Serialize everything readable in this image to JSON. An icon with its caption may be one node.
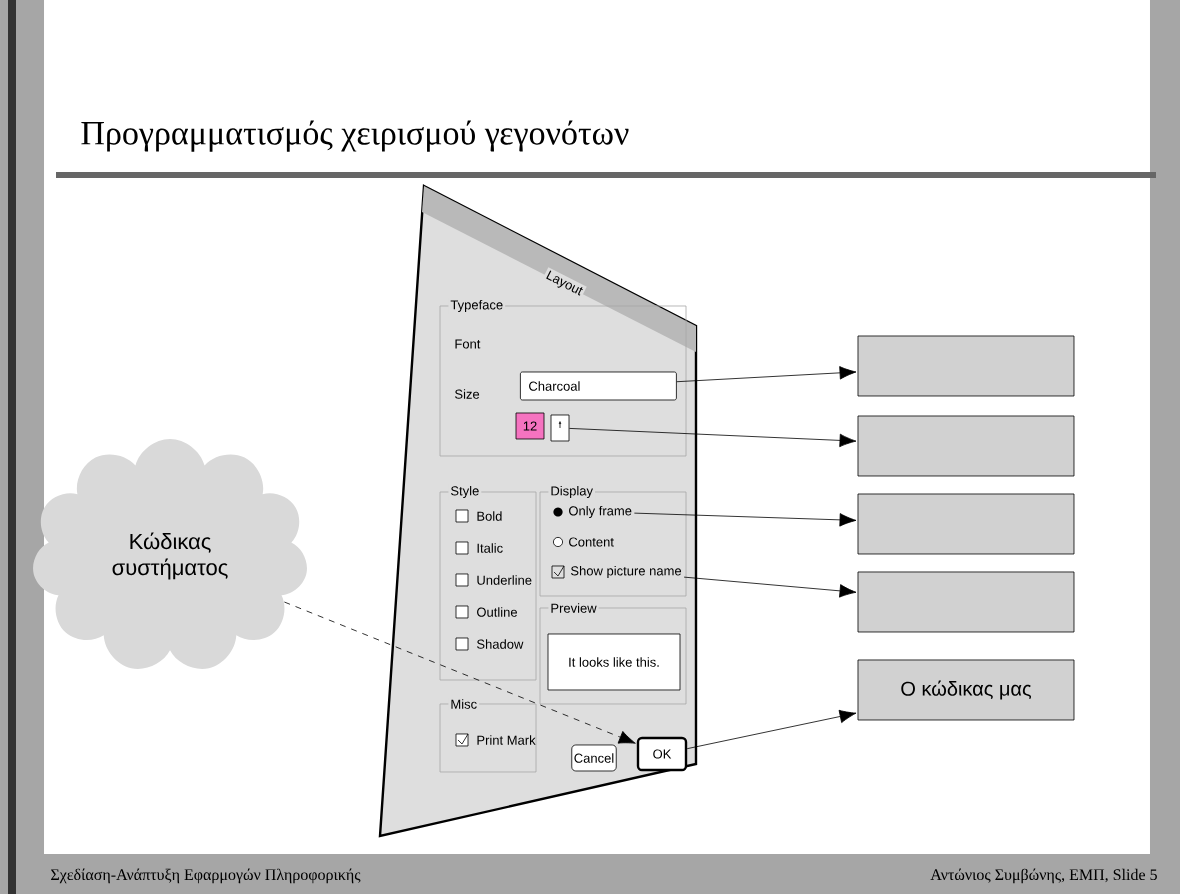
{
  "diagram": {
    "title": "Προγραμματισμός χειρισμού γεγονότων",
    "nodes": [
      {
        "text": [
          "Layout"
        ]
      },
      {
        "text": [
          "Charcoal"
        ],
        "in": 0
      },
      {
        "text": [],
        "shape": "box",
        "in": 0
      },
      {
        "text": [
          "Only frame"
        ],
        "in": 0
      },
      {
        "text": [
          "Show picture name"
        ],
        "in": 0
      },
      {
        "text": [
          "OK"
        ],
        "in": 0
      },
      {
        "text": [
          "Κώδικας συστήματος"
        ]
      },
      {
        "text": [],
        "shape": "box"
      },
      {
        "text": [],
        "shape": "box"
      },
      {
        "text": [],
        "shape": "box"
      },
      {
        "text": [],
        "shape": "box"
      },
      {
        "text": [
          "Ο κώδικας μας"
        ]
      }
    ],
    "edges": [
      {
        "from": 1,
        "to": 7,
        "arrow": "to"
      },
      {
        "from": 2,
        "to": 8,
        "arrow": "to"
      },
      {
        "from": 3,
        "to": 9,
        "arrow": "to"
      },
      {
        "from": 4,
        "to": 10,
        "arrow": "to"
      },
      {
        "from": 5,
        "to": 11,
        "arrow": "to"
      },
      {
        "from": 6,
        "to": 5,
        "arrow": "to",
        "style": "dashed"
      }
    ],
    "labels": [
      "Typeface",
      "Font",
      "Size",
      "12",
      "Style",
      "Bold",
      "Italic",
      "Underline",
      "Outline",
      "Shadow",
      "Display",
      "Content",
      "Preview",
      "It looks like this.",
      "Misc",
      "Print Mark",
      "Cancel",
      "Σχεδίαση-Ανάπτυξη Εφαρμογών Πληροφορικής",
      "Αντώνιος Συμβώνης, ΕΜΠ, Slide 5"
    ]
  }
}
